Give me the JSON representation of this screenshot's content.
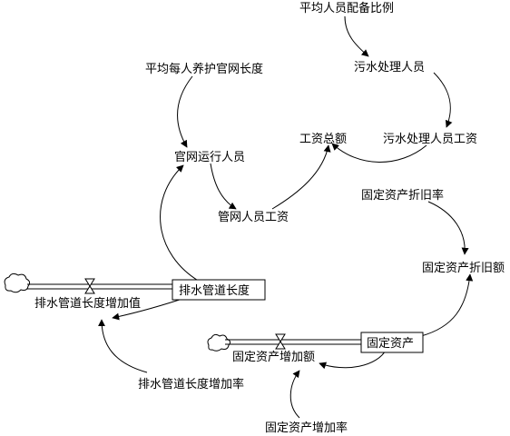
{
  "variables": {
    "avg_staff_ratio": "平均人员配备比例",
    "sewage_staff": "污水处理人员",
    "sewage_staff_wage": "污水处理人员工资",
    "total_wage": "工资总额",
    "avg_maintain_length": "平均每人养护官网长度",
    "network_ops_staff": "官网运行人员",
    "network_staff_wage": "管网人员工资",
    "drain_pipe_length": "排水管道长度",
    "drain_length_increase": "排水管道长度增加值",
    "drain_length_rate": "排水管道长度增加率",
    "fixed_asset_dep_rate": "固定资产折旧率",
    "fixed_asset_dep": "固定资产折旧额",
    "fixed_assets": "固定资产",
    "fixed_asset_increase": "固定资产增加额",
    "fixed_asset_rate": "固定资产增加率"
  },
  "colors": {
    "line": "#000000",
    "background": "#ffffff"
  }
}
